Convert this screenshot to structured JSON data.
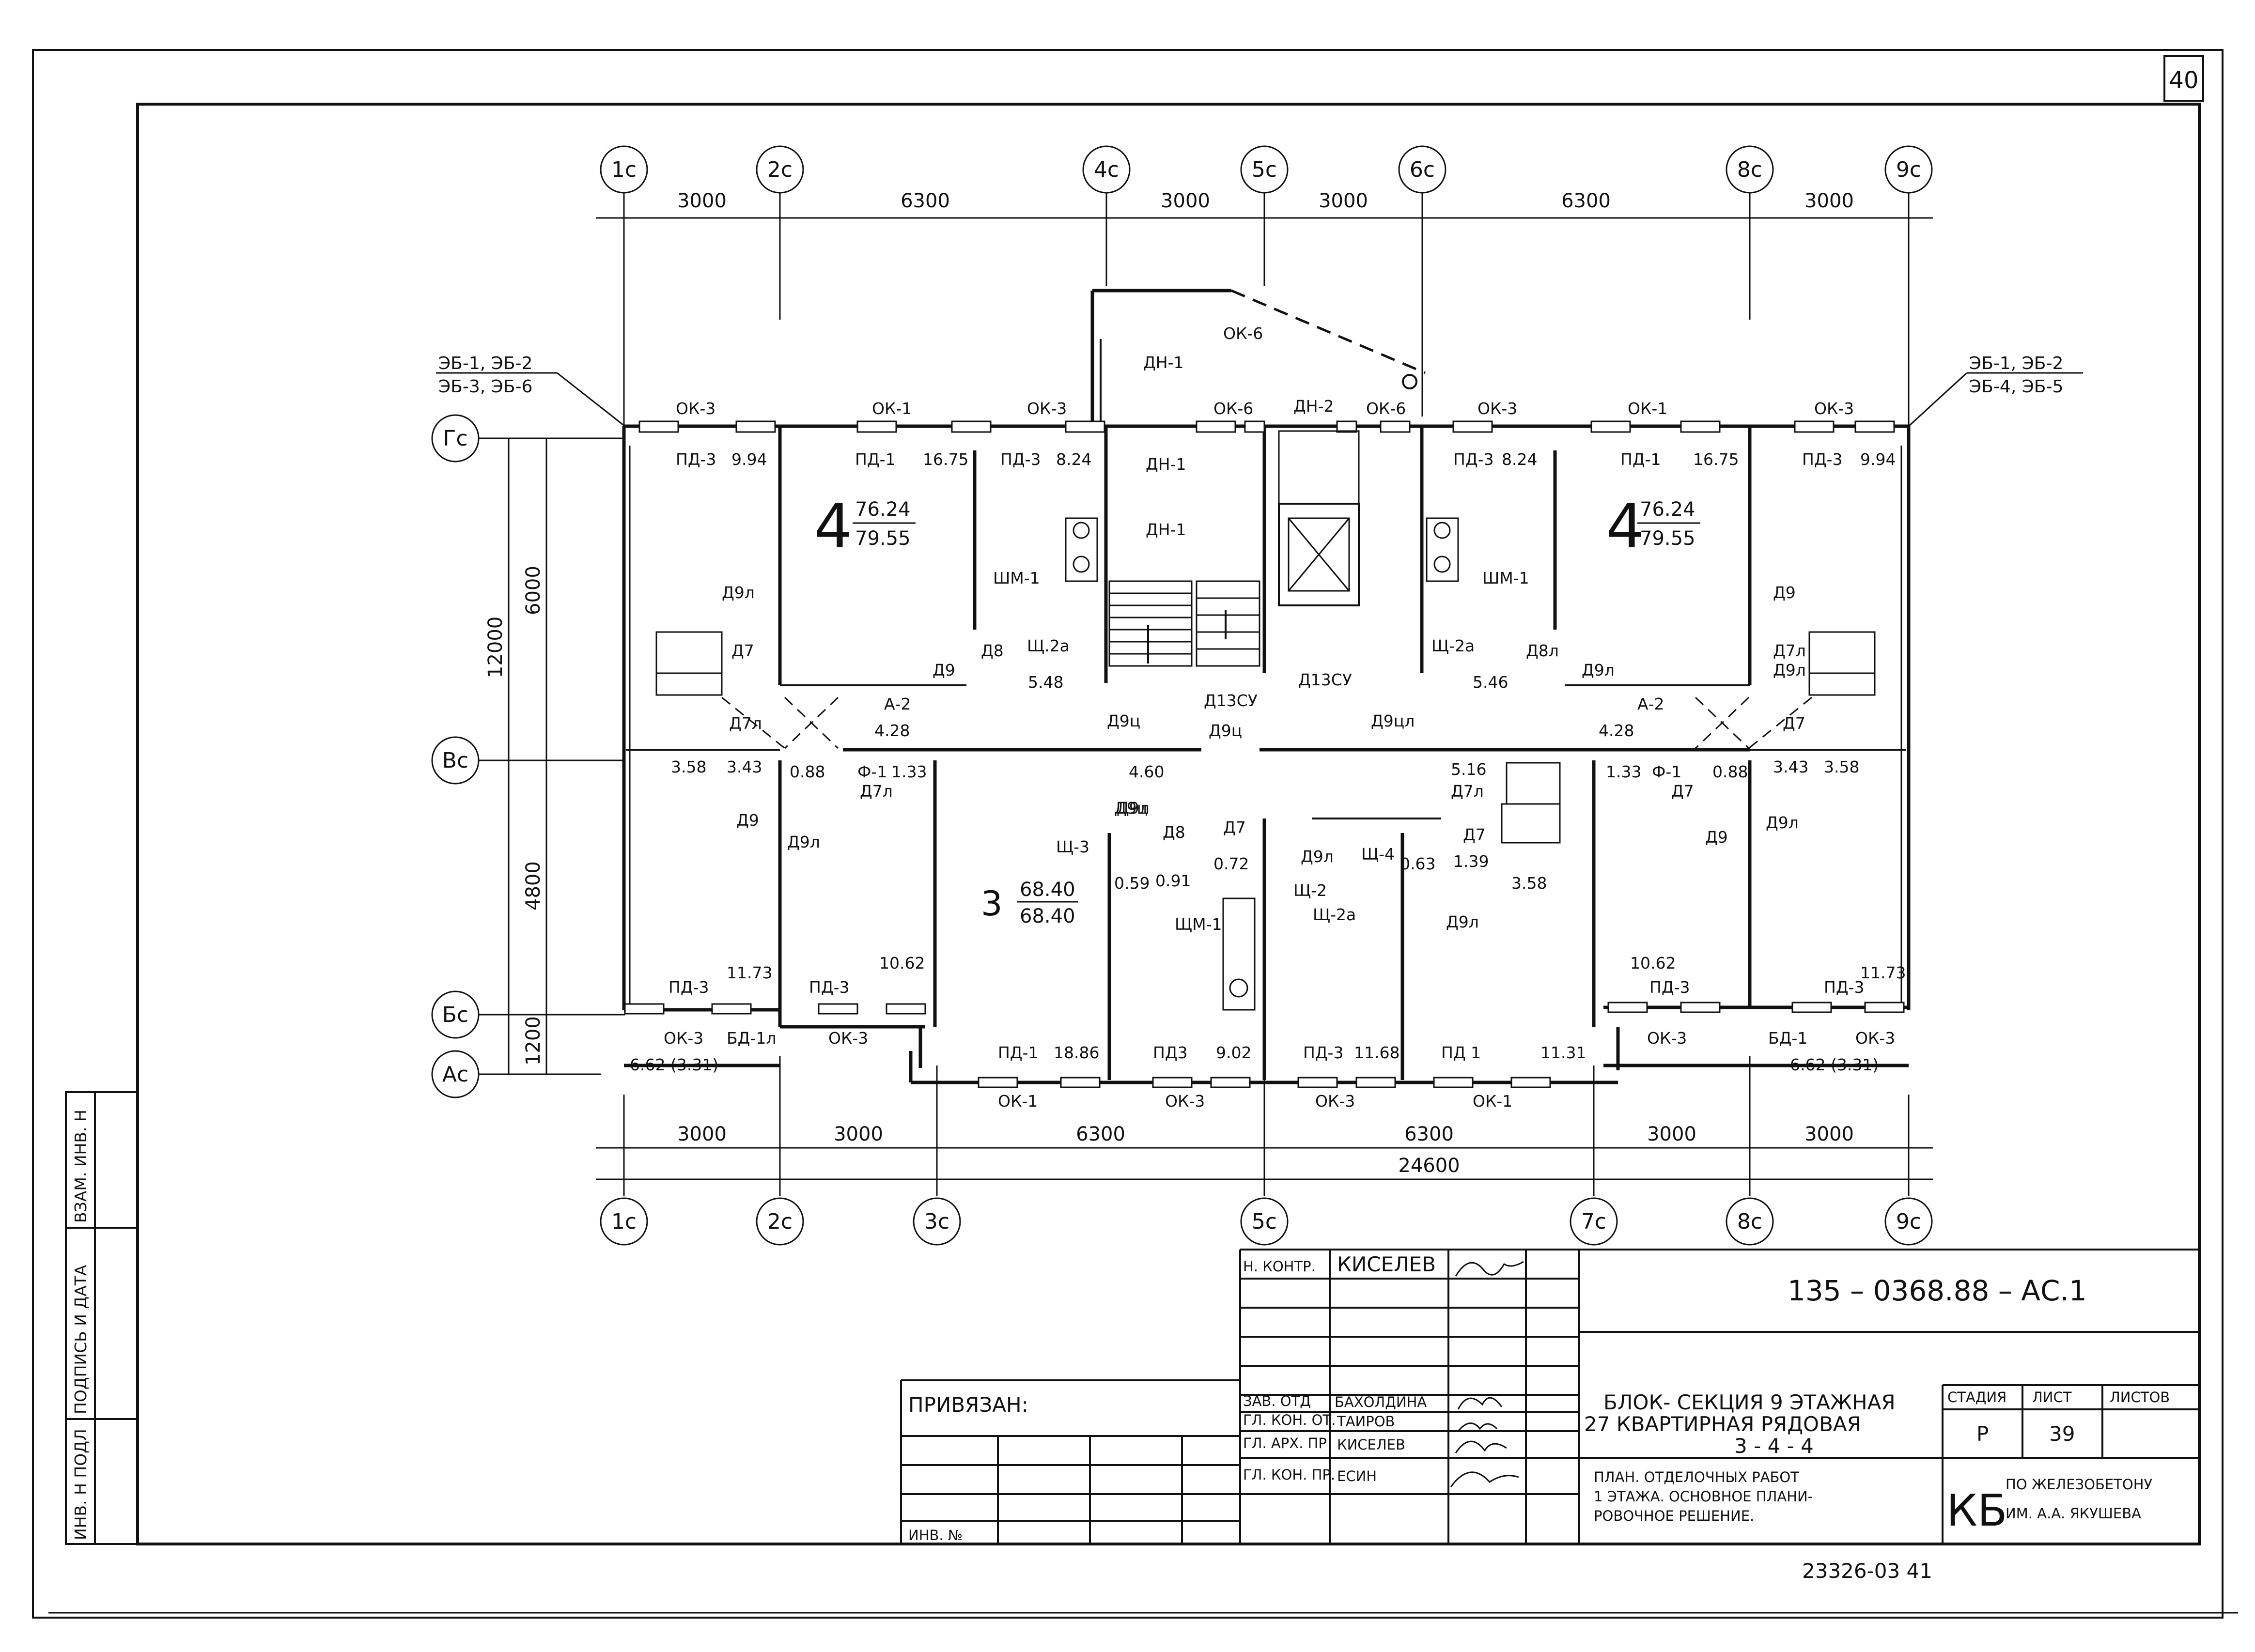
{
  "sheet_number": "40",
  "axes_top": [
    "1c",
    "2c",
    "4c",
    "5c",
    "6c",
    "8c",
    "9c"
  ],
  "axes_bottom": [
    "1c",
    "2c",
    "3c",
    "5c",
    "7c",
    "8c",
    "9c"
  ],
  "axes_left": [
    "Гс",
    "Вс",
    "Бс",
    "Ас"
  ],
  "dims_top": [
    "3000",
    "6300",
    "3000",
    "3000",
    "6300",
    "3000"
  ],
  "dims_bottom": [
    "3000",
    "3000",
    "6300",
    "6300",
    "3000",
    "3000"
  ],
  "dim_total": "24600",
  "dims_left": [
    "12000",
    "6000",
    "4800",
    "1200"
  ],
  "callouts": {
    "left_l1": "ЭБ-1, ЭБ-2",
    "left_l2": "ЭБ-3, ЭБ-6",
    "right_l1": "ЭБ-1, ЭБ-2",
    "right_l2": "ЭБ-4, ЭБ-5"
  },
  "apartments": [
    {
      "rooms": "4",
      "area_top": "76.24",
      "area_bottom": "79.55"
    },
    {
      "rooms": "4",
      "area_top": "76.24",
      "area_bottom": "79.55"
    },
    {
      "rooms": "3",
      "area_top": "68.40",
      "area_bottom": "68.40"
    }
  ],
  "labels": [
    "ОК-3",
    "ОК-1",
    "ОК-3",
    "ОК-6",
    "ОК-6",
    "ОК-3",
    "ОК-1",
    "ОК-3",
    "ОК-6",
    "ДН-1",
    "ДН-1",
    "ДН-1",
    "ДН-2",
    "ПД-3",
    "9.94",
    "ПД-1",
    "16.75",
    "ПД-3",
    "8.24",
    "ПД-3",
    "8.24",
    "ПД-1",
    "16.75",
    "ПД-3",
    "9.94",
    "ШМ-1",
    "ШМ-1",
    "Щ.2а",
    "Щ-2а",
    "Д9л",
    "Д9л",
    "Д7",
    "Д7л",
    "Д7л",
    "Д7",
    "Д9",
    "Д9",
    "Д8",
    "Д8л",
    "Д9л",
    "5.48",
    "5.46",
    "Д13СУ",
    "Д13СУ",
    "Д9ц",
    "Д9ц",
    "Д9ц",
    "Д9цл",
    "А-2",
    "4.28",
    "А-2",
    "4.28",
    "4.60",
    "3.58",
    "3.43",
    "0.88",
    "Ф-1",
    "1.33",
    "Д7л",
    "1.33",
    "Ф-1",
    "0.88",
    "3.43",
    "3.58",
    "Д7",
    "Д9",
    "Д9л",
    "Д9л",
    "Д9",
    "Д9л",
    "Щ-3",
    "0.59",
    "Д8",
    "0.91",
    "Д7",
    "0.72",
    "Щ-2",
    "Щ-2а",
    "ЩМ-1",
    "Д9л",
    "Щ-4",
    "0.63",
    "Д7",
    "1.39",
    "3.58",
    "Д9л",
    "5.16",
    "Д7л",
    "11.73",
    "10.62",
    "ПД-3",
    "ПД-3",
    "ОК-3",
    "БД-1л",
    "ОК-3",
    "6.62 (3.31)",
    "10.62",
    "11.73",
    "ПД-3",
    "ПД-3",
    "ОК-3",
    "БД-1",
    "ОК-3",
    "6.62 (3.31)",
    "ПД-1",
    "18.86",
    "ПД3",
    "9.02",
    "ПД-3",
    "11.68",
    "ПД 1",
    "11.31",
    "ОК-1",
    "ОК-3",
    "ОК-3",
    "ОК-1"
  ],
  "side_stamp": [
    "ИНВ. Н ПОДЛ",
    "ПОДПИСЬ И ДАТА",
    "ВЗАМ. ИНВ. Н"
  ],
  "title_block": {
    "doc_code": "135 – 0368.88 – АС.1",
    "privyazan": "ПРИВЯЗАН:",
    "inv_no": "ИНВ. №",
    "roles": [
      "Н. КОНТР.",
      "",
      "",
      "",
      "ЗАВ. ОТД",
      "ГЛ. КОН. ОТ.",
      "ГЛ. АРХ. ПР",
      "ГЛ. КОН. ПР."
    ],
    "names": [
      "КИСЕЛЕВ",
      "",
      "",
      "",
      "БАХОЛДИНА",
      "ТАИРОВ",
      "КИСЕЛЕВ",
      "ЕСИН"
    ],
    "project_l1": "БЛОК- СЕКЦИЯ 9 ЭТАЖНАЯ",
    "project_l2": "27 КВАРТИРНАЯ РЯДОВАЯ",
    "project_l3": "3 - 4 - 4",
    "sheet_l1": "ПЛАН. ОТДЕЛОЧНЫХ РАБОТ",
    "sheet_l2": "1 ЭТАЖА. ОСНОВНОЕ ПЛАНИ-",
    "sheet_l3": "РОВОЧНОЕ РЕШЕНИЕ.",
    "stage_h": "СТАДИЯ",
    "list_h": "ЛИСТ",
    "lists_h": "ЛИСТОВ",
    "stage": "Р",
    "list": "39",
    "org_logo": "КБ",
    "org_l1": "ПО ЖЕЛЕЗОБЕТОНУ",
    "org_l2": "ИМ. А.А. ЯКУШЕВА"
  },
  "footer_code": "23326-03 41"
}
